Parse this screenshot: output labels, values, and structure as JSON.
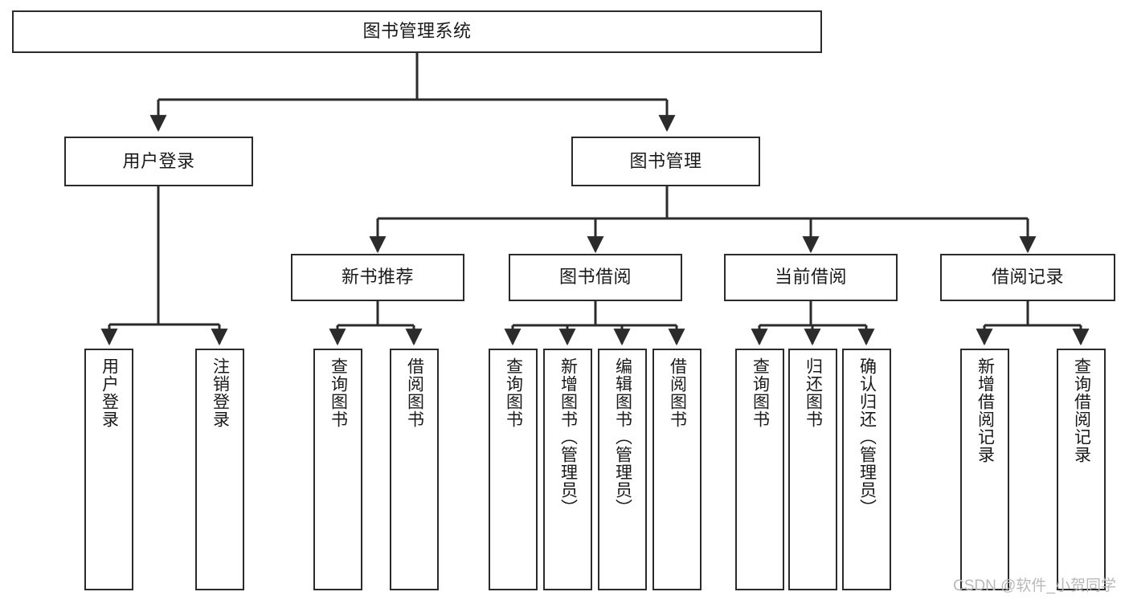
{
  "diagram": {
    "type": "tree-hierarchy-diagram",
    "title": "图书管理系统",
    "orientation": "top-down",
    "colors": {
      "box_border": "#2b2b2b",
      "box_fill": "#ffffff",
      "edge": "#2b2b2b",
      "text": "#1a1a1a",
      "watermark": "#b9b9b9",
      "background": "#ffffff"
    }
  },
  "watermark": {
    "text": "CSDN @软件_小贺同学"
  },
  "nodes": {
    "root": {
      "label": "图书管理系统"
    },
    "level2": [
      {
        "id": "user-login",
        "label": "用户登录"
      },
      {
        "id": "book-management",
        "label": "图书管理"
      }
    ],
    "level3": [
      {
        "id": "new-book-recommend",
        "label": "新书推荐"
      },
      {
        "id": "book-borrow",
        "label": "图书借阅"
      },
      {
        "id": "current-borrow",
        "label": "当前借阅"
      },
      {
        "id": "borrow-record",
        "label": "借阅记录"
      }
    ],
    "leaves": {
      "user_login": [
        {
          "id": "leaf-user-login",
          "label": "用户登录"
        },
        {
          "id": "leaf-logout-login",
          "label": "注销登录"
        }
      ],
      "new_book_recommend": [
        {
          "id": "leaf-query-book-1",
          "label": "查询图书"
        },
        {
          "id": "leaf-borrow-book-1",
          "label": "借阅图书"
        }
      ],
      "book_borrow": [
        {
          "id": "leaf-query-book-2",
          "label": "查询图书"
        },
        {
          "id": "leaf-add-book",
          "label": "新增图书（管理员）"
        },
        {
          "id": "leaf-edit-book",
          "label": "编辑图书（管理员）"
        },
        {
          "id": "leaf-borrow-book-2",
          "label": "借阅图书"
        }
      ],
      "current_borrow": [
        {
          "id": "leaf-query-book-3",
          "label": "查询图书"
        },
        {
          "id": "leaf-return-book",
          "label": "归还图书"
        },
        {
          "id": "leaf-confirm-return",
          "label": "确认归还（管理员）"
        }
      ],
      "borrow_record": [
        {
          "id": "leaf-add-borrow-record",
          "label": "新增借阅记录"
        },
        {
          "id": "leaf-query-borrow-record",
          "label": "查询借阅记录"
        }
      ]
    }
  }
}
